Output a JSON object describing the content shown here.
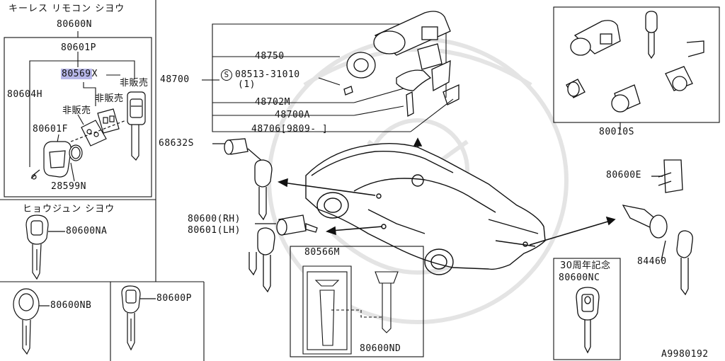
{
  "keyless_title": "キーレス リモコン シヨウ",
  "ignition_title": "ヒョウジュン シヨウ",
  "anniv_title": "30周年記念",
  "parts": {
    "p80600N": "80600N",
    "p80601P": "80601P",
    "p80569X_code": "80569",
    "p80569X_suffix": "X",
    "hanbai1": "非販売",
    "hanbai2": "非販売",
    "hanbai3": "非販売",
    "p80604H": "80604H",
    "p80601F": "80601F",
    "p28599N": "28599N",
    "p80600NA": "80600NA",
    "p80600NB": "80600NB",
    "p80600P": "80600P",
    "p48750": "48750",
    "p48700": "48700",
    "s_mark": "S",
    "p08513": "08513-31010",
    "p08513_qty": "(1)",
    "p48702M": "48702M",
    "p48700A": "48700A",
    "p48706": "48706[9809- ]",
    "p68632S": "68632S",
    "p80600RH": "80600(RH)",
    "p80601LH": "80601(LH)",
    "p80566M": "80566M",
    "p80600ND": "80600ND",
    "p80010S": "80010S",
    "p80600E": "80600E",
    "p84460": "84460",
    "p80600NC": "80600NC"
  },
  "figure_code": "A9980192",
  "colors": {
    "ink": "#111111",
    "highlight": "#b7b7e8",
    "watermark": "#e4e4e4"
  }
}
